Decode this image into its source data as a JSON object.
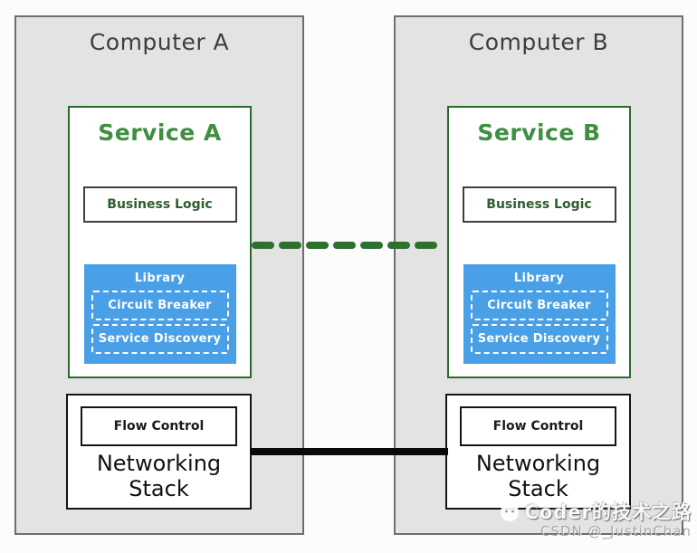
{
  "colors": {
    "page_background": "#fcfcfc",
    "computer_fill": "#e3e3e3",
    "computer_border": "#6e6e6e",
    "service_border": "#2a6b2a",
    "service_title_green": "#3f8e41",
    "library_blue": "#4aa0e6",
    "service_link_green": "#2f7031",
    "network_link_black": "#0a0a0a"
  },
  "computers": [
    {
      "title": "Computer A",
      "service": {
        "title": "Service A",
        "business_logic_label": "Business Logic",
        "library": {
          "title": "Library",
          "items": [
            "Circuit Breaker",
            "Service Discovery"
          ]
        }
      },
      "networking": {
        "flow_control_label": "Flow Control",
        "label": "Networking Stack"
      }
    },
    {
      "title": "Computer B",
      "service": {
        "title": "Service B",
        "business_logic_label": "Business Logic",
        "library": {
          "title": "Library",
          "items": [
            "Circuit Breaker",
            "Service Discovery"
          ]
        }
      },
      "networking": {
        "flow_control_label": "Flow Control",
        "label": "Networking Stack"
      }
    }
  ],
  "connections": [
    {
      "name": "service-to-service",
      "style": "dashed",
      "color": "#2f7031"
    },
    {
      "name": "network-to-network",
      "style": "solid",
      "color": "#0a0a0a"
    }
  ],
  "watermark": {
    "title": "Coder的技术之路",
    "subtitle": "CSDN @_JustinChan"
  }
}
